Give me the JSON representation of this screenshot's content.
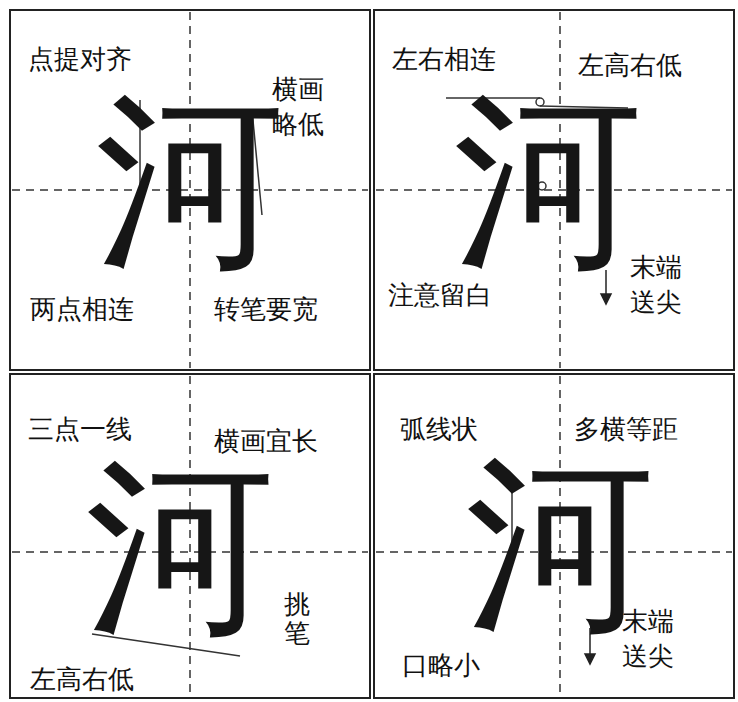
{
  "diagram": {
    "labels": [
      "点提对齐",
      "横画 略低",
      "河",
      "两点相连",
      "转笔要宽",
      "左右相连",
      "左高右低",
      "河",
      "注意留白",
      "末端 送尖",
      "三点一线",
      "横画宜长",
      "河",
      "挑笔",
      "左高右低",
      "弧线状",
      "多横等距",
      "河",
      "末端 送尖",
      "口略小"
    ]
  }
}
